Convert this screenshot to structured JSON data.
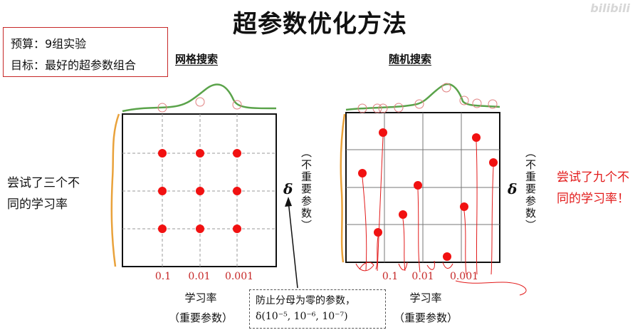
{
  "title": "超参数优化方法",
  "budget_line": "预算：9组实验",
  "goal_line": "目标：最好的超参数组合",
  "grid_search": {
    "title": "网格搜索",
    "ticks": [
      "0.1",
      "0.01",
      "0.001"
    ],
    "xlabel_1": "学习率",
    "xlabel_2": "（重要参数）",
    "side_line1": "尝试了三个不",
    "side_line2": "同的学习率",
    "delta": "δ",
    "ylabel": "（不重要参数）"
  },
  "random_search": {
    "title": "随机搜索",
    "ticks": [
      "0.1",
      "0.01",
      "0.001"
    ],
    "xlabel_1": "学习率",
    "xlabel_2": "（重要参数）",
    "side_line1": "尝试了九个不",
    "side_line2": "同的学习率！",
    "delta": "δ",
    "ylabel": "（不重要参数）"
  },
  "note": {
    "line1": "防止分母为零的参数，",
    "line2": "δ(10⁻⁵, 10⁻⁶, 10⁻⁷)"
  },
  "watermark": "bilibili",
  "colors": {
    "accent_red": "#e21a1a",
    "curve_green": "#5aa34a",
    "curve_orange": "#e9a23b"
  }
}
